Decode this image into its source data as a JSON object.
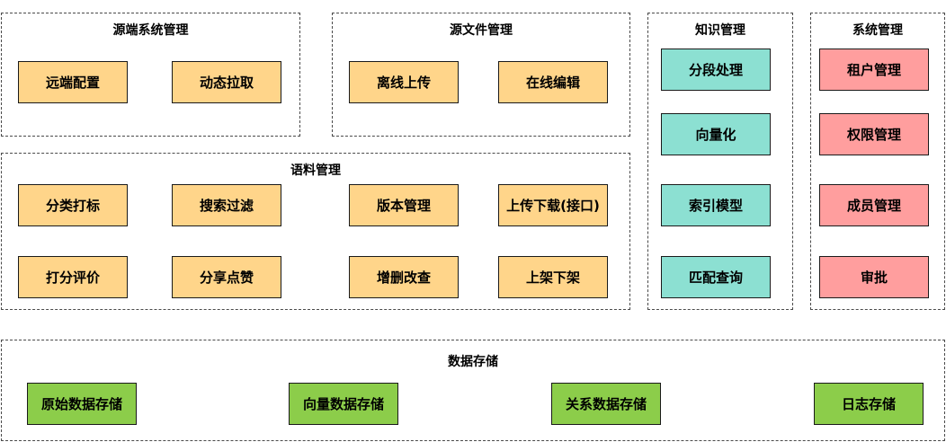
{
  "groups": {
    "source_system": {
      "title": "源端系统管理",
      "items": [
        "远端配置",
        "动态拉取"
      ]
    },
    "source_file": {
      "title": "源文件管理",
      "items": [
        "离线上传",
        "在线编辑"
      ]
    },
    "corpus": {
      "title": "语料管理",
      "items": [
        "分类打标",
        "搜索过滤",
        "版本管理",
        "上传下载(接口)",
        "打分评价",
        "分享点赞",
        "增删改查",
        "上架下架"
      ]
    },
    "knowledge": {
      "title": "知识管理",
      "items": [
        "分段处理",
        "向量化",
        "索引模型",
        "匹配查询"
      ]
    },
    "system": {
      "title": "系统管理",
      "items": [
        "租户管理",
        "权限管理",
        "成员管理",
        "审批"
      ]
    },
    "storage": {
      "title": "数据存储",
      "items": [
        "原始数据存储",
        "向量数据存储",
        "关系数据存储",
        "日志存储"
      ]
    }
  },
  "colors": {
    "orange": "#ffd58a",
    "teal": "#8ce0d2",
    "pink": "#ff9e9e",
    "green": "#8ccd4a",
    "border": "#1a1a1a"
  }
}
